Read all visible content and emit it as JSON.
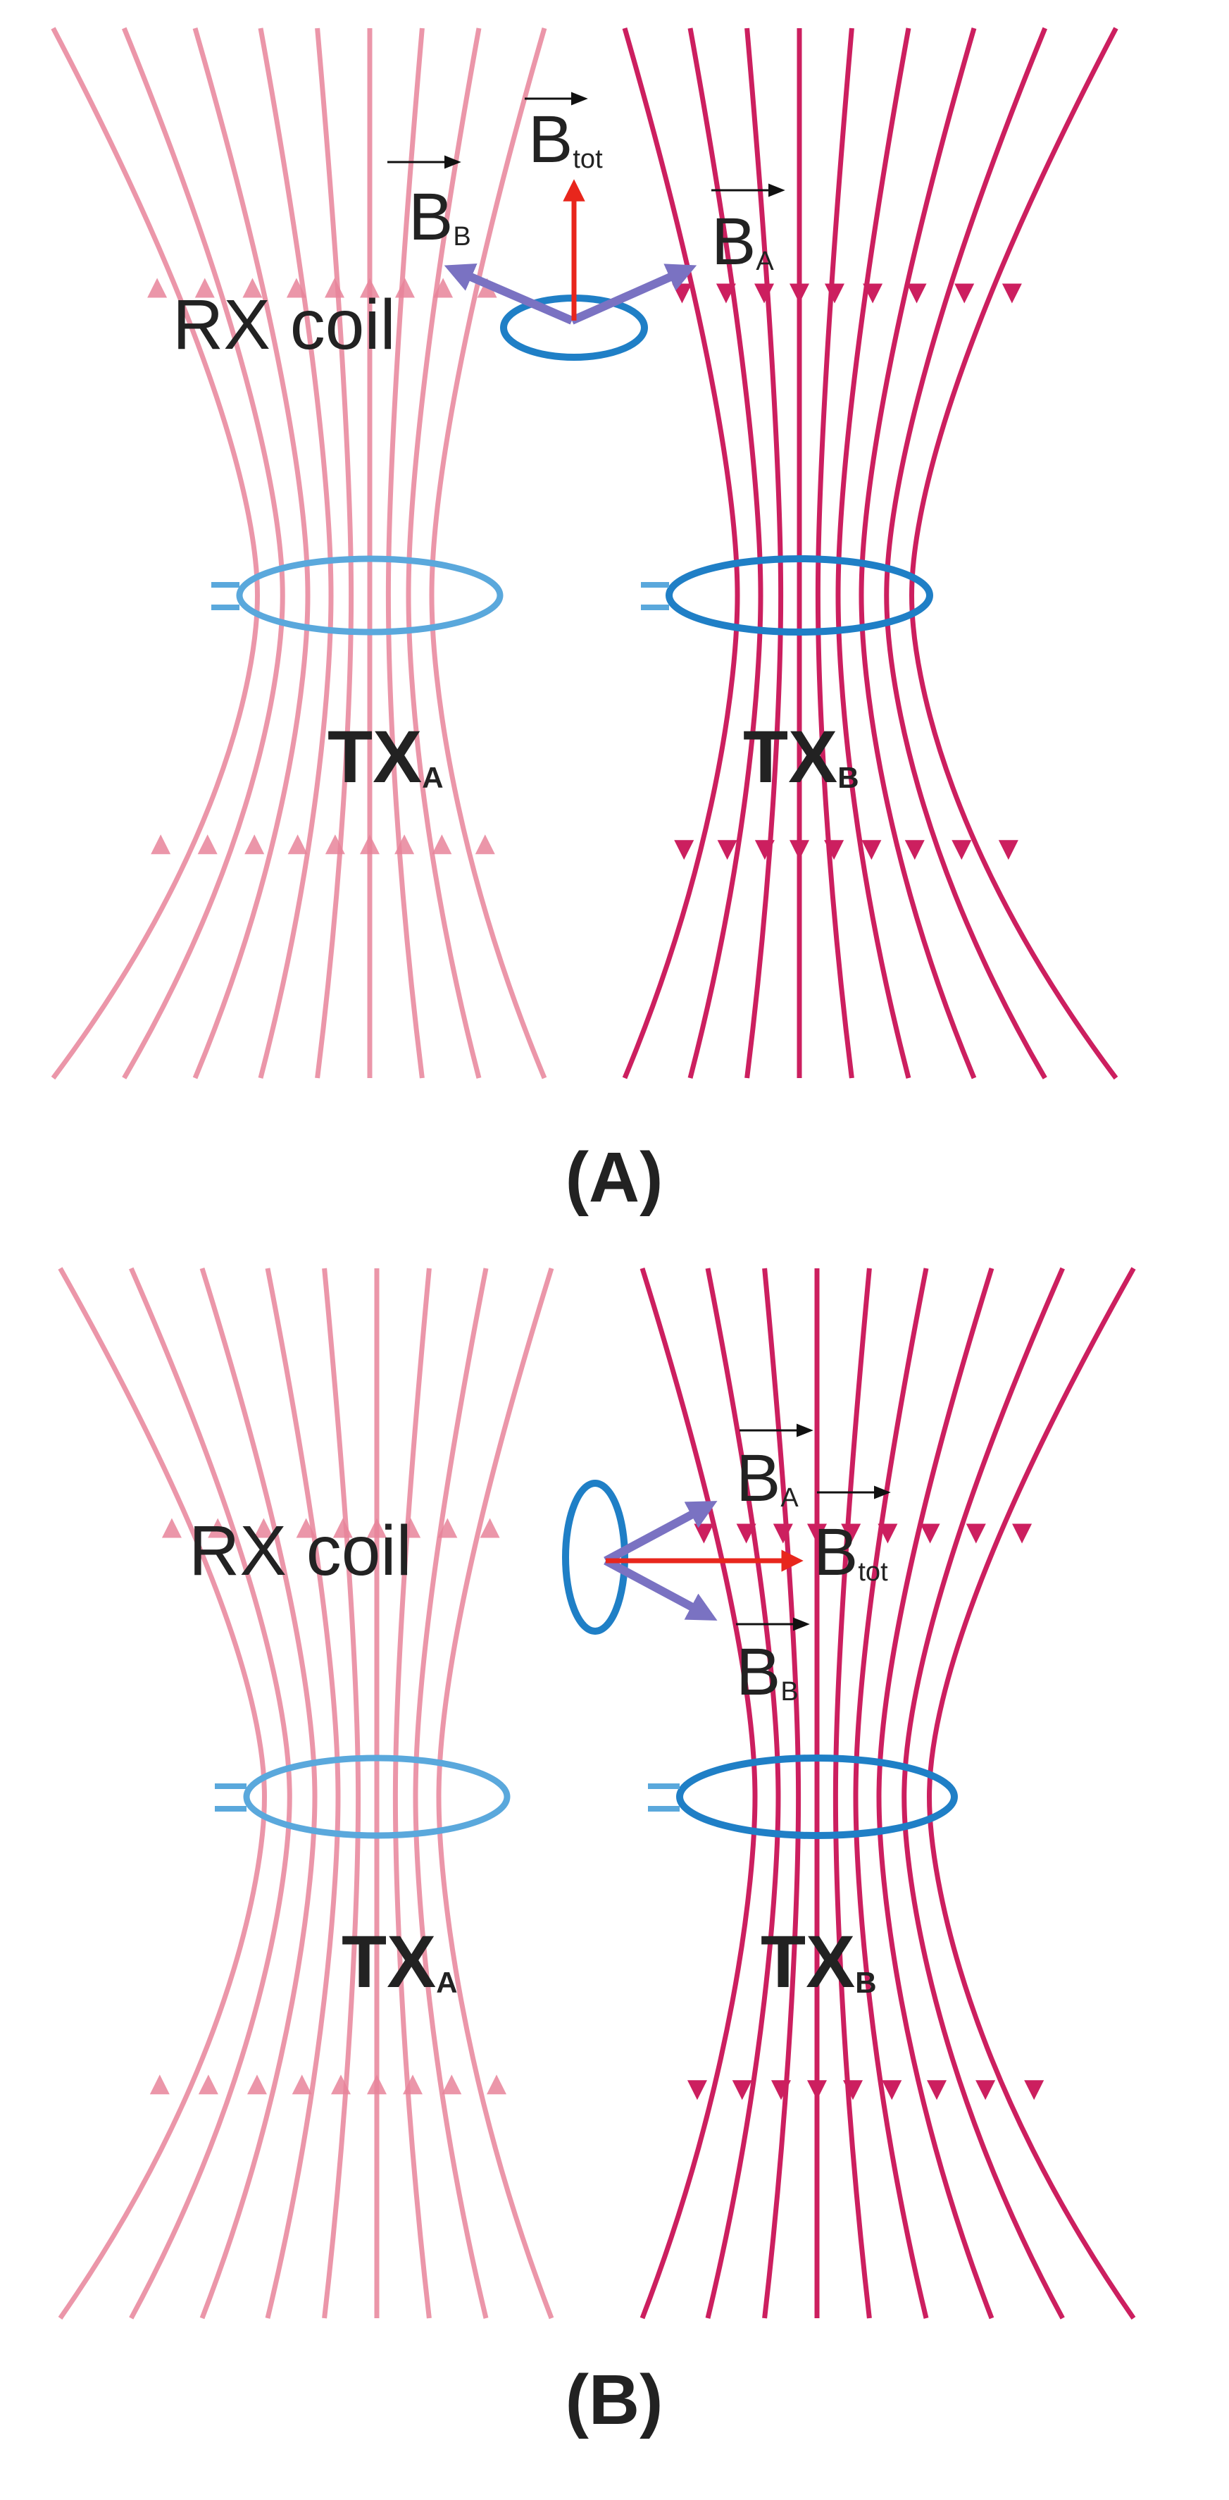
{
  "panels": [
    {
      "id": "A",
      "caption": "(A)",
      "rx_label": "RX coil",
      "tx_a": {
        "main": "TX",
        "sub": "A"
      },
      "tx_b": {
        "main": "TX",
        "sub": "B"
      },
      "vec_b_b": {
        "main": "B",
        "sub": "B"
      },
      "vec_b_a": {
        "main": "B",
        "sub": "A"
      },
      "vec_b_tot": {
        "main": "B",
        "sub": "tot"
      }
    },
    {
      "id": "B",
      "caption": "(B)",
      "rx_label": "RX coil",
      "tx_a": {
        "main": "TX",
        "sub": "A"
      },
      "tx_b": {
        "main": "TX",
        "sub": "B"
      },
      "vec_b_b": {
        "main": "B",
        "sub": "B"
      },
      "vec_b_a": {
        "main": "B",
        "sub": "A"
      },
      "vec_b_tot": {
        "main": "B",
        "sub": "tot"
      }
    }
  ],
  "colors": {
    "field_a": "#e8849a",
    "field_b": "#cc1f5f",
    "coil": "#5aa8dc",
    "coil_dark": "#1f7fc6",
    "vector_component": "#7a72c2",
    "vector_total": "#e8261c"
  },
  "icons": {
    "coil": "loop-coil",
    "field_arrow": "field-direction-arrow"
  }
}
